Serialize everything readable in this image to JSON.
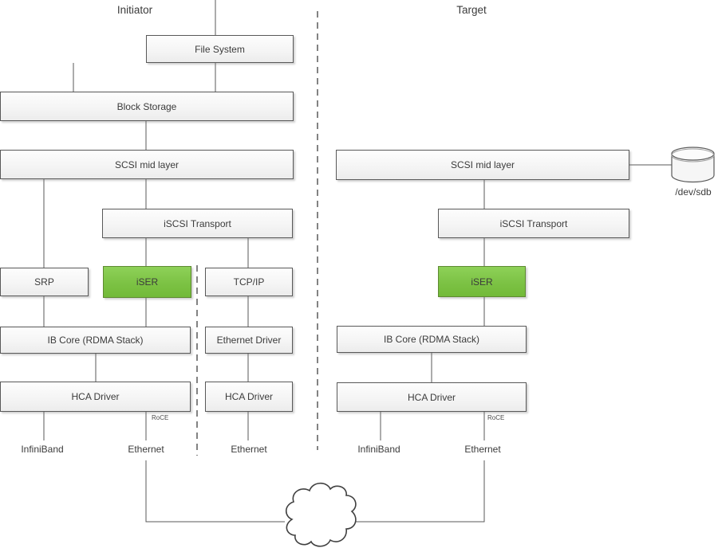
{
  "titles": {
    "initiator": "Initiator",
    "target": "Target"
  },
  "nodes": {
    "file_system": "File System",
    "block_storage": "Block Storage",
    "scsi_mid_initiator": "SCSI mid layer",
    "iscsi_transport_initiator": "iSCSI Transport",
    "srp": "SRP",
    "iser_initiator": "iSER",
    "tcpip": "TCP/IP",
    "ib_core_initiator": "IB Core (RDMA Stack)",
    "ethernet_driver": "Ethernet Driver",
    "hca_driver_initiator": "HCA Driver",
    "hca_driver_ethernet": "HCA Driver",
    "scsi_mid_target": "SCSI mid layer",
    "iscsi_transport_target": "iSCSI Transport",
    "iser_target": "iSER",
    "ib_core_target": "IB Core (RDMA Stack)",
    "hca_driver_target": "HCA Driver"
  },
  "labels": {
    "roce_initiator": "RoCE",
    "roce_target": "RoCE",
    "infiniband_initiator": "InfiniBand",
    "ethernet_initiator": "Ethernet",
    "ethernet_tcp": "Ethernet",
    "infiniband_target": "InfiniBand",
    "ethernet_target": "Ethernet",
    "disk": "/dev/sdb"
  },
  "icons": {
    "cloud": "network-cloud-icon",
    "disk": "disk-cylinder-icon"
  },
  "colors": {
    "accent_green": "#7CC244",
    "green_border": "#5E8A30",
    "box_border": "#595959",
    "line": "#595959",
    "dashed_line": "#404040",
    "text": "#3B3B3B"
  }
}
